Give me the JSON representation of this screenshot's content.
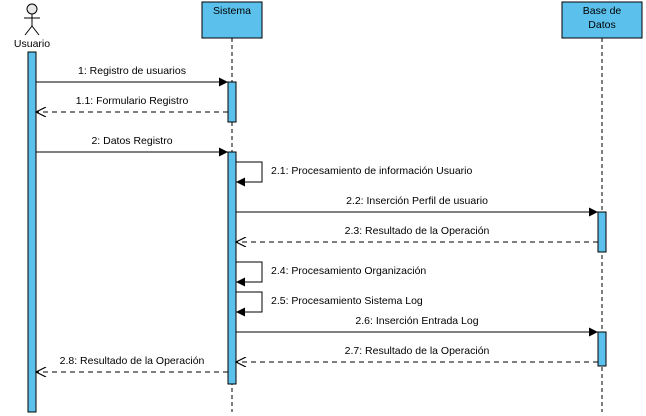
{
  "participants": [
    {
      "id": "usuario",
      "name": "Usuario",
      "kind": "actor"
    },
    {
      "id": "sistema",
      "name": "Sistema",
      "kind": "object"
    },
    {
      "id": "bd",
      "name_lines": [
        "Base de",
        "Datos"
      ],
      "kind": "object"
    }
  ],
  "messages": [
    {
      "id": "m1",
      "label": "1: Registro de usuarios",
      "from": "usuario",
      "to": "sistema",
      "type": "sync"
    },
    {
      "id": "m1_1",
      "label": "1.1: Formulario Registro",
      "from": "sistema",
      "to": "usuario",
      "type": "return"
    },
    {
      "id": "m2",
      "label": "2: Datos Registro",
      "from": "usuario",
      "to": "sistema",
      "type": "sync"
    },
    {
      "id": "m2_1",
      "label": "2.1: Procesamiento de información Usuario",
      "from": "sistema",
      "to": "sistema",
      "type": "self"
    },
    {
      "id": "m2_2",
      "label": "2.2: Inserción Perfil de usuario",
      "from": "sistema",
      "to": "bd",
      "type": "sync"
    },
    {
      "id": "m2_3",
      "label": "2.3: Resultado de la Operación",
      "from": "bd",
      "to": "sistema",
      "type": "return"
    },
    {
      "id": "m2_4",
      "label": "2.4: Procesamiento Organización",
      "from": "sistema",
      "to": "sistema",
      "type": "self"
    },
    {
      "id": "m2_5",
      "label": "2.5: Procesamiento Sistema Log",
      "from": "sistema",
      "to": "sistema",
      "type": "self"
    },
    {
      "id": "m2_6",
      "label": "2.6: Inserción Entrada Log",
      "from": "sistema",
      "to": "bd",
      "type": "sync"
    },
    {
      "id": "m2_7",
      "label": "2.7: Resultado de la Operación",
      "from": "bd",
      "to": "sistema",
      "type": "return"
    },
    {
      "id": "m2_8",
      "label": "2.8: Resultado de la Operación",
      "from": "sistema",
      "to": "usuario",
      "type": "return"
    }
  ],
  "colors": {
    "box_fill": "#5bc0ec",
    "activation_fill": "#5bc0ec",
    "stroke": "#000000",
    "actor_head": "#e8e8e8"
  }
}
